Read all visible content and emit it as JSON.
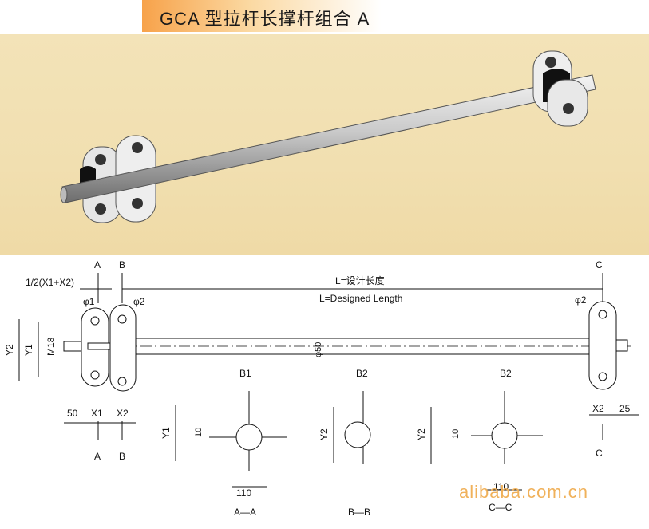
{
  "title": "GCA 型拉杆长撑杆组合 A",
  "drawing": {
    "length_cn": "L=设计长度",
    "length_en": "L=Designed Length",
    "half_sum": "1/2(X1+X2)",
    "labels": {
      "a": "A",
      "b": "B",
      "c": "C",
      "phi1": "φ1",
      "phi2": "φ2",
      "phi2_right": "φ2",
      "y2": "Y2",
      "y1": "Y1",
      "m18": "M18",
      "phi50": "φ50",
      "d50": "50",
      "x1": "X1",
      "x2": "X2",
      "x2_right": "X2",
      "d25": "25"
    },
    "sections": {
      "aa": {
        "name": "A—A",
        "b_label": "B1",
        "y_label": "Y1",
        "ten": "10",
        "width": "110"
      },
      "bb": {
        "name": "B—B",
        "b_label": "B2",
        "y_label": "Y2"
      },
      "cc": {
        "name": "C—C",
        "b_label": "B2",
        "y_label": "Y2",
        "ten": "10",
        "width": "110"
      }
    }
  },
  "watermark": "alibaba.com.cn"
}
